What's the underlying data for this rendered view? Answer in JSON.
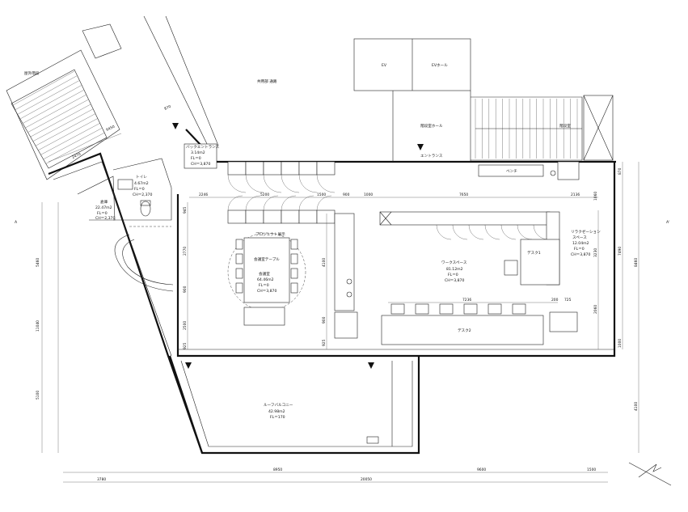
{
  "labels": {
    "outdoor_stair": "屋外階段",
    "common_corridor": "共用部 通路",
    "ev": "EV",
    "ev_hall": "EVホール",
    "stair_hall": "階段室ホール",
    "stair_room": "階段室",
    "entrance": "エントランス",
    "bench": "ベンチ",
    "back_entrance": [
      "バックエントランス",
      "3.14m2",
      "FL＝0",
      "CH＝3,870"
    ],
    "toilet": [
      "トイレ",
      "4.67m2",
      "FL＝0",
      "CH＝2,370"
    ],
    "storage": [
      "倉庫",
      "22.47m2",
      "FL＝0",
      "CH＝2,370"
    ],
    "project_table_label": "プロジェクト展示",
    "community_table": "会議室テーブル",
    "meeting_room": [
      "会議室",
      "64.46m2",
      "FL＝0",
      "CH＝3,870"
    ],
    "work_space": [
      "ワークスペース",
      "81.12m2",
      "FL＝0",
      "CH＝3,870"
    ],
    "desk1": "デスク1",
    "desk2": "デスク2",
    "relax_space": [
      "リラクゼーション",
      "スペース",
      "12.04m2",
      "FL＝0",
      "CH＝3,870"
    ],
    "roof_balcony": [
      "ルーフバルコニー",
      "42.98m2",
      "FL＝170"
    ],
    "section_a": "A",
    "section_a_prime": "A'"
  },
  "dimensions": {
    "top_row": [
      "2246",
      "5200",
      "1500",
      "900",
      "1000",
      "7650",
      "2136"
    ],
    "left_col": [
      "5460",
      "11040",
      "5100"
    ],
    "left_inner": [
      "945",
      "2770",
      "900",
      "2500",
      "925"
    ],
    "mid_col": [
      "4100",
      "900",
      "925"
    ],
    "right_col": [
      "1060",
      "3230",
      "2060",
      "7490",
      "8460",
      "4100"
    ],
    "bottom_row": [
      "8950",
      "9600",
      "1500"
    ],
    "bottom_total": [
      "3780",
      "20050"
    ],
    "desk2_row": [
      "7236",
      "200",
      "725"
    ],
    "top_stairs": [
      "6450",
      "2470",
      "870"
    ],
    "right_top": "870",
    "right_mid": "1000"
  }
}
